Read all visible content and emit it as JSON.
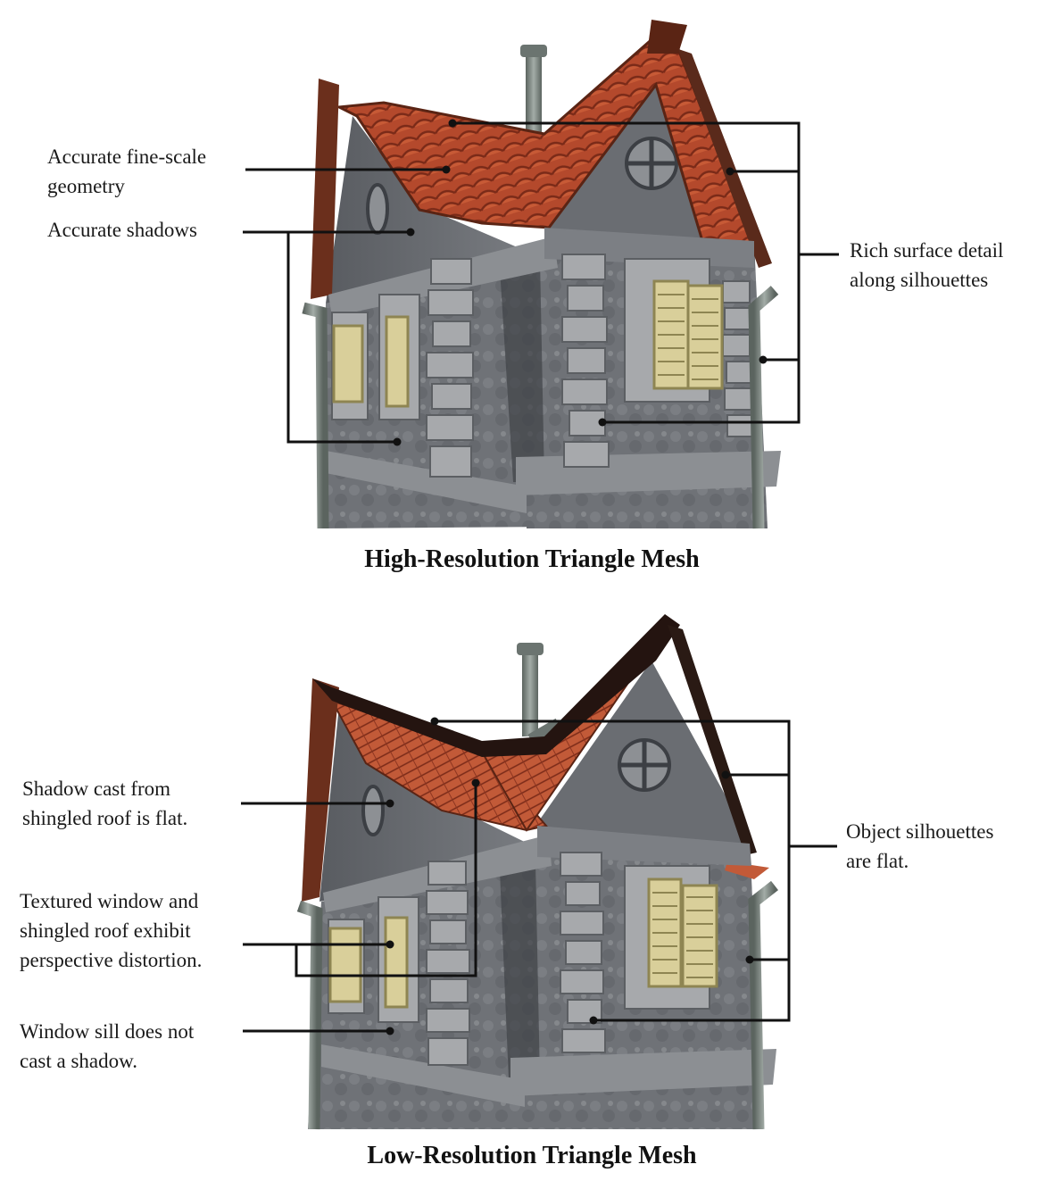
{
  "panels": {
    "high": {
      "caption": "High-Resolution Triangle Mesh",
      "labels": {
        "fine_geometry": [
          "Accurate fine-scale",
          "geometry"
        ],
        "shadows": [
          "Accurate shadows"
        ],
        "silhouettes": [
          "Rich surface detail",
          "along silhouettes"
        ]
      }
    },
    "low": {
      "caption": "Low-Resolution Triangle Mesh",
      "labels": {
        "flat_shadow": [
          "Shadow cast from",
          "shingled roof is flat."
        ],
        "distortion": [
          "Textured window and",
          "shingled roof exhibit",
          "perspective distortion."
        ],
        "sill": [
          "Window sill does not",
          "cast a shadow."
        ],
        "flat_silhouettes": [
          "Object silhouettes",
          "are flat."
        ]
      }
    }
  },
  "colors": {
    "roof_tile": "#b4492c",
    "roof_tile_dark": "#7a2a18",
    "roof_edge": "#5a2414",
    "wall": "#6f7277",
    "wall_dark": "#4e5156",
    "stone": "#a7a9ac",
    "stone_light": "#c9cbce",
    "shutter": "#d9cf9a",
    "shutter_dark": "#8e8552",
    "pipe": "#7b8580",
    "leader": "#111111"
  }
}
